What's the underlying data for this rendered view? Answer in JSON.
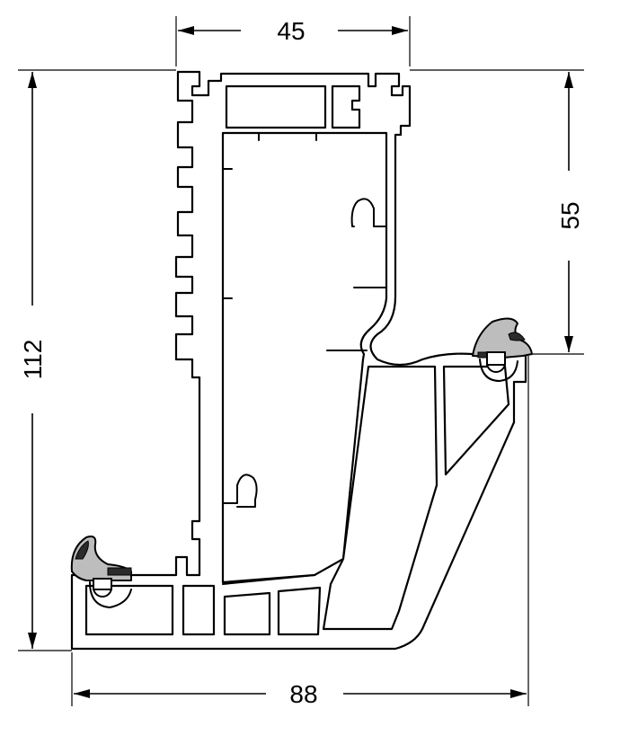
{
  "dimensions": {
    "top_width": "45",
    "right_height": "55",
    "left_height": "112",
    "bottom_width": "88"
  },
  "colors": {
    "line": "#000000",
    "background": "#ffffff",
    "seal_fill": "#bdbdbd",
    "seal_dark": "#2b2b2b"
  }
}
